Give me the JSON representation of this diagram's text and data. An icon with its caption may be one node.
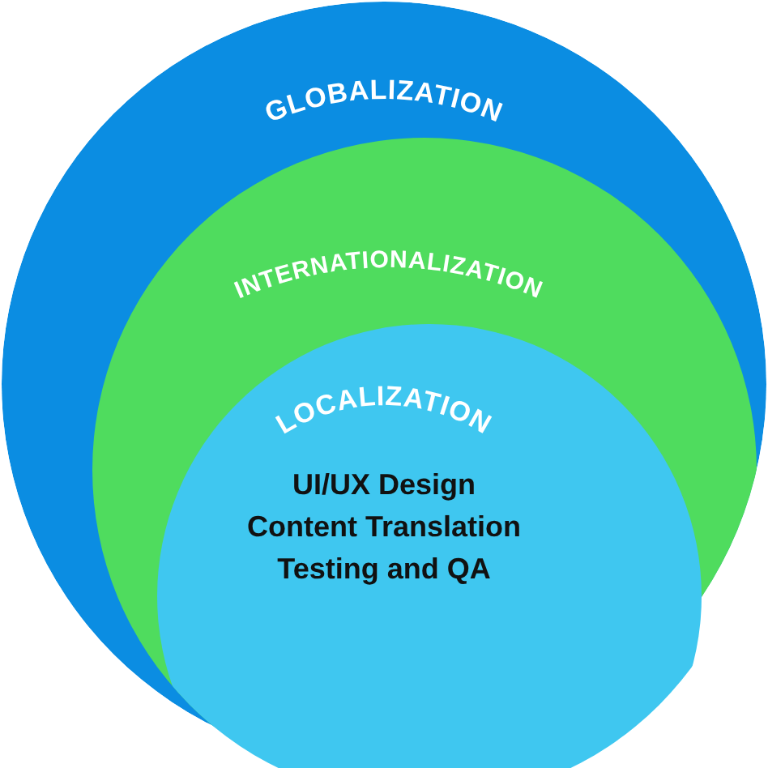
{
  "diagram": {
    "nodes": [
      {
        "text": [
          "GLOBALIZATION"
        ]
      },
      {
        "text": [
          "INTERNATIONALIZATION"
        ],
        "in": 0
      },
      {
        "text": [
          "LOCALIZATION",
          "UI/UX Design",
          "Content Translation",
          "Testing and QA"
        ],
        "in": 1
      }
    ]
  }
}
